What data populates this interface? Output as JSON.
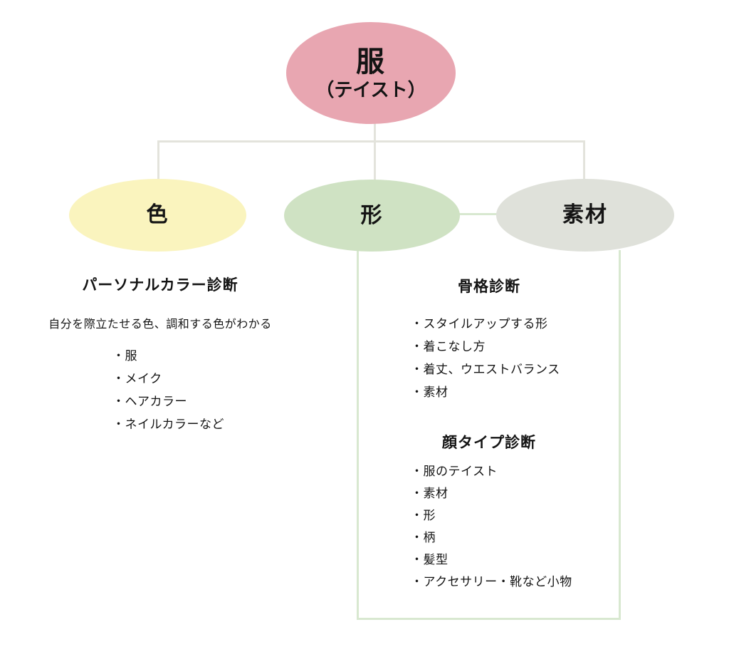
{
  "root": {
    "label_main": "服",
    "label_sub": "（テイスト）",
    "color": "#e8a6b1"
  },
  "children": {
    "color_node": {
      "label": "色",
      "color": "#faf4be"
    },
    "shape_node": {
      "label": "形",
      "color": "#cfe2c3"
    },
    "material_node": {
      "label": "素材",
      "color": "#dfe1da"
    }
  },
  "color_section": {
    "heading": "パーソナルカラー診断",
    "description": "自分を際立たせる色、調和する色がわかる",
    "items": [
      "・服",
      "・メイク",
      "・ヘアカラー",
      "・ネイルカラーなど"
    ]
  },
  "shape_section": {
    "heading1": "骨格診断",
    "items1": [
      "・スタイルアップする形",
      "・着こなし方",
      "・着丈、ウエストバランス",
      "・素材"
    ],
    "heading2": "顔タイプ診断",
    "items2": [
      "・服のテイスト",
      "・素材",
      "・形",
      "・柄",
      "・髪型",
      "・アクセサリー・靴など小物"
    ]
  },
  "colors": {
    "tree_line": "#e3e3dc",
    "green_line": "#d8e8d0",
    "text": "#141414",
    "background": "#ffffff"
  }
}
